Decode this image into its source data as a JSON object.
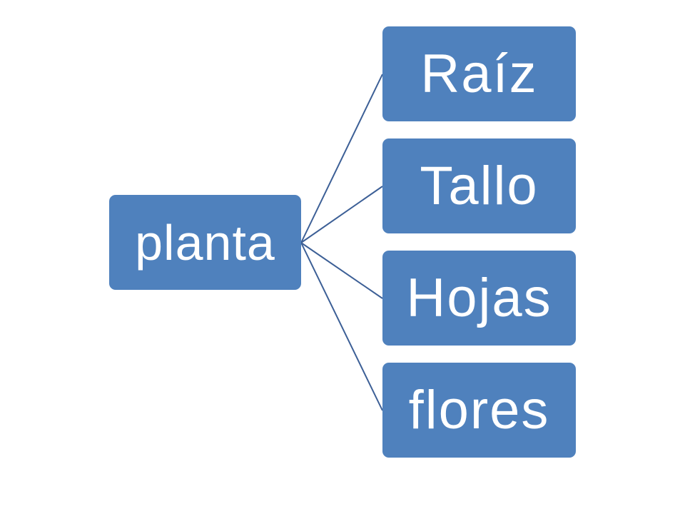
{
  "diagram": {
    "type": "tree",
    "colors": {
      "node_fill": "#4f81bd",
      "node_text": "#ffffff",
      "connector": "#3c5f96",
      "background": "#ffffff"
    },
    "root": {
      "label": "planta"
    },
    "children": [
      {
        "label": "Raíz"
      },
      {
        "label": "Tallo"
      },
      {
        "label": "Hojas"
      },
      {
        "label": "flores"
      }
    ]
  }
}
